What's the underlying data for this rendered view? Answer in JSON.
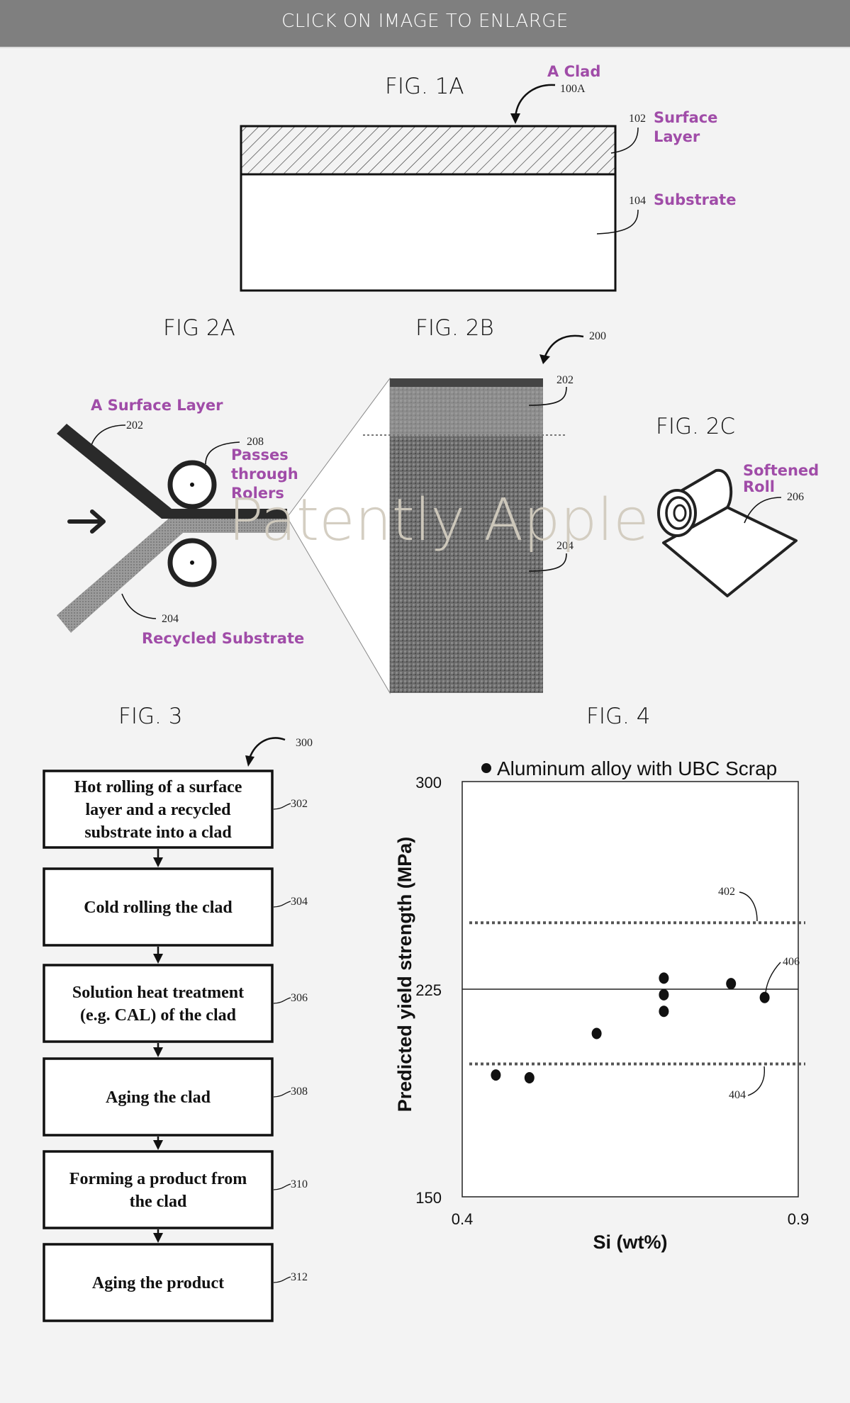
{
  "banner": {
    "label": "CLICK ON IMAGE TO ENLARGE"
  },
  "watermark": "Patently Apple",
  "fig1a": {
    "title": "FIG. 1A",
    "clad_label": "A Clad",
    "clad_ref": "100A",
    "surface_ref": "102",
    "surface_label_line1": "Surface",
    "surface_label_line2": "Layer",
    "substrate_ref": "104",
    "substrate_label": "Substrate"
  },
  "fig2a": {
    "title": "FIG 2A",
    "surface_label": "A Surface Layer",
    "surface_ref": "202",
    "roller_ref": "208",
    "roller_label_line1": "Passes",
    "roller_label_line2": "through",
    "roller_label_line3": "Rolers",
    "substrate_ref": "204",
    "substrate_label": "Recycled Substrate"
  },
  "fig2b": {
    "title": "FIG. 2B",
    "ref": "200",
    "surface_ref": "202",
    "substrate_ref": "204"
  },
  "fig2c": {
    "title": "FIG. 2C",
    "label_line1": "Softened",
    "label_line2": "Roll",
    "ref": "206"
  },
  "fig3": {
    "title": "FIG. 3",
    "ref": "300",
    "steps": [
      {
        "ref": "302",
        "lines": [
          "Hot rolling of a surface",
          "layer and a recycled",
          "substrate into a clad"
        ]
      },
      {
        "ref": "304",
        "lines": [
          "Cold rolling the clad"
        ]
      },
      {
        "ref": "306",
        "lines": [
          "Solution heat treatment",
          "(e.g. CAL) of the clad"
        ]
      },
      {
        "ref": "308",
        "lines": [
          "Aging the clad"
        ]
      },
      {
        "ref": "310",
        "lines": [
          "Forming a product from",
          "the clad"
        ]
      },
      {
        "ref": "312",
        "lines": [
          "Aging the product"
        ]
      }
    ]
  },
  "fig4": {
    "title": "FIG. 4",
    "line_refs": {
      "upper": "402",
      "lower": "404",
      "point": "406"
    }
  },
  "chart_data": {
    "type": "scatter",
    "title": "",
    "legend": [
      "Aluminum alloy with UBC Scrap"
    ],
    "legend_position": "top",
    "xlabel": "Si (wt%)",
    "ylabel": "Predicted yield strength (MPa)",
    "xlim": [
      0.4,
      0.9
    ],
    "ylim": [
      150,
      300
    ],
    "xticks": [
      "0.4",
      "0.9"
    ],
    "yticks": [
      "150",
      "225",
      "300"
    ],
    "grid": false,
    "series": [
      {
        "name": "Aluminum alloy with UBC Scrap",
        "points": [
          {
            "x": 0.45,
            "y": 194
          },
          {
            "x": 0.5,
            "y": 193
          },
          {
            "x": 0.6,
            "y": 209
          },
          {
            "x": 0.7,
            "y": 229
          },
          {
            "x": 0.7,
            "y": 223
          },
          {
            "x": 0.7,
            "y": 217
          },
          {
            "x": 0.8,
            "y": 227
          },
          {
            "x": 0.85,
            "y": 222
          }
        ]
      }
    ],
    "reference_lines": [
      {
        "ref": "402",
        "y": 249,
        "style": "dotted"
      },
      {
        "ref": "225-line",
        "y": 225,
        "style": "solid"
      },
      {
        "ref": "404",
        "y": 198,
        "style": "dotted"
      }
    ]
  }
}
